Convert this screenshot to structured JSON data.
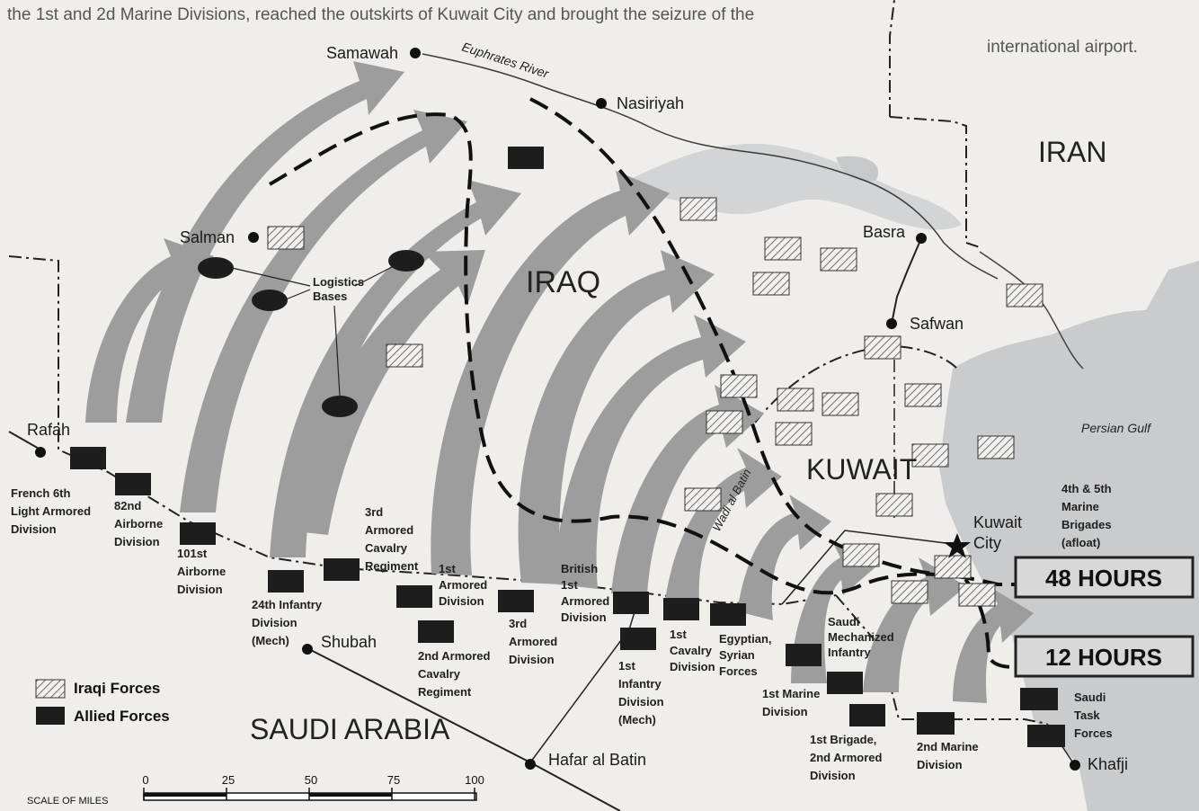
{
  "header_text": {
    "line1": "the 1st and 2d Marine Divisions, reached the outskirts of Kuwait City and brought the seizure of the",
    "line2": "international airport."
  },
  "colors": {
    "paper": "#efeeea",
    "water": "#c9cbcd",
    "arrow": "#9d9d9d",
    "allied": "#1d1d1d",
    "iraqi_hatch": "#6f6f6f",
    "time_box": "#d8d8d8"
  },
  "countries": {
    "iraq": "IRAQ",
    "iran": "IRAN",
    "kuwait": "KUWAIT",
    "saudi_arabia": "SAUDI ARABIA"
  },
  "places": {
    "samawah": "Samawah",
    "nasiriyah": "Nasiriyah",
    "salman": "Salman",
    "basra": "Basra",
    "safwan": "Safwan",
    "rafah": "Rafah",
    "kuwait_city": "Kuwait City",
    "shubah": "Shubah",
    "hafar_al_batin": "Hafar al Batin",
    "khafji": "Khafji"
  },
  "water_labels": {
    "euphrates": "Euphrates River",
    "persian_gulf": "Persian Gulf",
    "wadi_al_batin": "Wadi al Batin"
  },
  "logistics_label": "Logistics Bases",
  "time_lines": {
    "h48": "48 HOURS",
    "h12": "12 HOURS"
  },
  "legend": {
    "iraqi": "Iraqi Forces",
    "allied": "Allied Forces"
  },
  "scale": {
    "title": "SCALE OF MILES",
    "ticks": [
      "0",
      "25",
      "50",
      "75",
      "100"
    ]
  },
  "units": [
    {
      "key": "french_6th",
      "label": "French 6th Light Armored Division"
    },
    {
      "key": "82nd",
      "label": "82nd Airborne Division"
    },
    {
      "key": "101st",
      "label": "101st Airborne Division"
    },
    {
      "key": "24th",
      "label": "24th Infantry Division (Mech)"
    },
    {
      "key": "3rd_acr",
      "label": "3rd Armored Cavalry Regiment"
    },
    {
      "key": "1st_ad",
      "label": "1st Armored Division"
    },
    {
      "key": "2nd_acr",
      "label": "2nd Armored Cavalry Regiment"
    },
    {
      "key": "3rd_ad",
      "label": "3rd Armored Division"
    },
    {
      "key": "british_1st",
      "label": "British 1st Armored Division"
    },
    {
      "key": "1st_id",
      "label": "1st Infantry Division (Mech)"
    },
    {
      "key": "1st_cav",
      "label": "1st Cavalry Division"
    },
    {
      "key": "egyptian_syrian",
      "label": "Egyptian, Syrian Forces"
    },
    {
      "key": "saudi_mech",
      "label": "Saudi Mechanized Infantry"
    },
    {
      "key": "1st_marine",
      "label": "1st Marine Division"
    },
    {
      "key": "1st_brigade",
      "label": "1st Brigade, 2nd Armored Division"
    },
    {
      "key": "2nd_marine",
      "label": "2nd Marine Division"
    },
    {
      "key": "saudi_task",
      "label": "Saudi Task Forces"
    },
    {
      "key": "marine_brigades",
      "label": "4th & 5th Marine Brigades (afloat)"
    }
  ]
}
